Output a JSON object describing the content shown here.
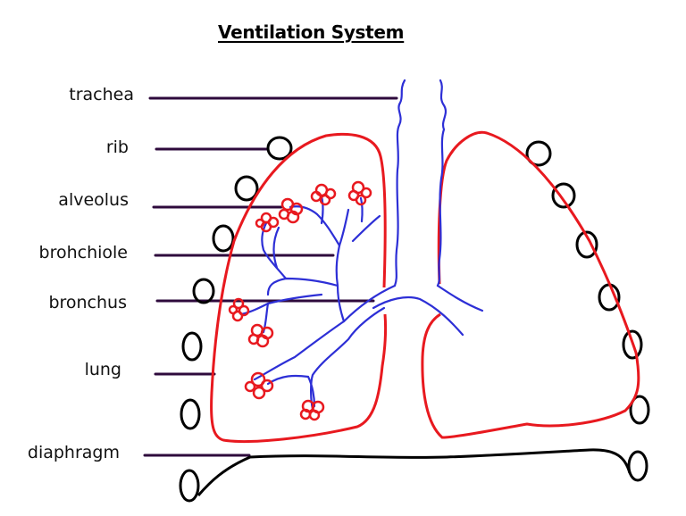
{
  "title": "Ventilation System",
  "labels": [
    {
      "id": "trachea",
      "text": "trachea"
    },
    {
      "id": "rib",
      "text": "rib"
    },
    {
      "id": "alveolus",
      "text": "alveolus"
    },
    {
      "id": "bronchiole",
      "text": "brohchiole"
    },
    {
      "id": "bronchus",
      "text": "bronchus"
    },
    {
      "id": "lung",
      "text": "lung"
    },
    {
      "id": "diaphragm",
      "text": "diaphragm"
    }
  ],
  "colors": {
    "lung_outline": "#e8191f",
    "airways": "#2d2fd6",
    "ribs": "#000000",
    "leader_lines": "#2e0a3c",
    "diaphragm": "#000000"
  }
}
